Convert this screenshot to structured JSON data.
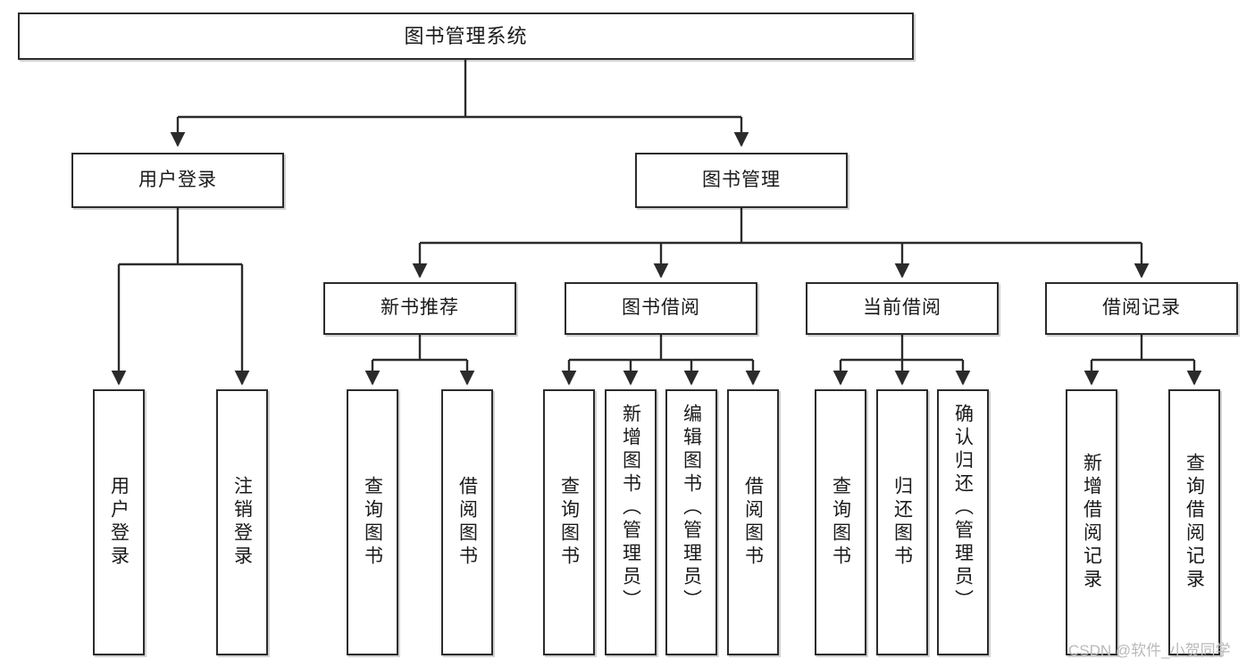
{
  "diagram": {
    "type": "tree-hierarchy-chart",
    "title": "图书管理系统",
    "orientation": "top-down",
    "box_border_color": "#2b2b2b",
    "box_fill_color": "#ffffff",
    "text_color": "#1a1a1a",
    "background_color": "#ffffff"
  },
  "nodes": {
    "root": {
      "label": "图书管理系统",
      "level": 1
    },
    "level2": [
      {
        "id": "user-login",
        "label": "用户登录"
      },
      {
        "id": "book-management",
        "label": "图书管理"
      }
    ],
    "level3": [
      {
        "id": "new-book-recommend",
        "label": "新书推荐"
      },
      {
        "id": "book-borrow",
        "label": "图书借阅"
      },
      {
        "id": "current-borrow",
        "label": "当前借阅"
      },
      {
        "id": "borrow-record",
        "label": "借阅记录"
      }
    ],
    "leaves": {
      "user_login": [
        {
          "id": "leaf-user-login",
          "label": "用户登录"
        },
        {
          "id": "leaf-logout-login",
          "label": "注销登录"
        }
      ],
      "new_book_recommend": [
        {
          "id": "leaf-query-book-1",
          "label": "查询图书"
        },
        {
          "id": "leaf-borrow-book-1",
          "label": "借阅图书"
        }
      ],
      "book_borrow": [
        {
          "id": "leaf-query-book-2",
          "label": "查询图书"
        },
        {
          "id": "leaf-add-book-admin",
          "label": "新增图书（管理员）"
        },
        {
          "id": "leaf-edit-book-admin",
          "label": "编辑图书（管理员）"
        },
        {
          "id": "leaf-borrow-book-2",
          "label": "借阅图书"
        }
      ],
      "current_borrow": [
        {
          "id": "leaf-query-book-3",
          "label": "查询图书"
        },
        {
          "id": "leaf-return-book",
          "label": "归还图书"
        },
        {
          "id": "leaf-confirm-return-admin",
          "label": "确认归还（管理员）"
        }
      ],
      "borrow_record": [
        {
          "id": "leaf-add-borrow-record",
          "label": "新增借阅记录"
        },
        {
          "id": "leaf-query-borrow-record",
          "label": "查询借阅记录"
        }
      ]
    }
  },
  "watermark": {
    "text": "CSDN @软件_小贺同学",
    "color": "#b9b9b9"
  }
}
